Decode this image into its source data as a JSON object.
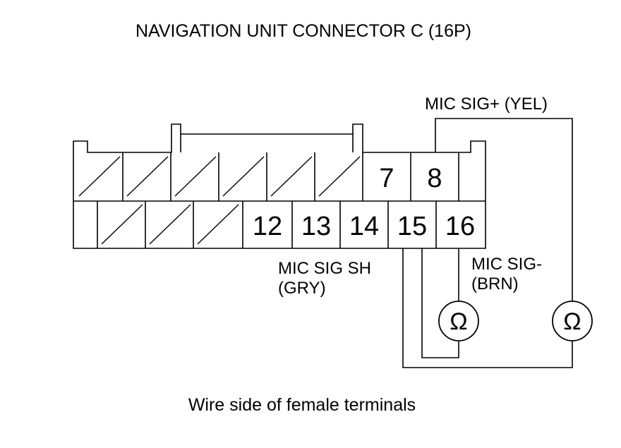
{
  "title": "NAVIGATION UNIT CONNECTOR C (16P)",
  "caption": "Wire side of female terminals",
  "connector": {
    "top_row_pins": [
      "7",
      "8"
    ],
    "bottom_row_pins": [
      "12",
      "13",
      "14",
      "15",
      "16"
    ]
  },
  "wires": {
    "sig_plus": "MIC SIG+ (YEL)",
    "sig_shield_line1": "MIC SIG SH",
    "sig_shield_line2": "(GRY)",
    "sig_minus_line1": "MIC SIG-",
    "sig_minus_line2": "(BRN)"
  },
  "meters": {
    "symbol": "Ω"
  },
  "colors": {
    "line": "#000000",
    "background": "#ffffff"
  }
}
